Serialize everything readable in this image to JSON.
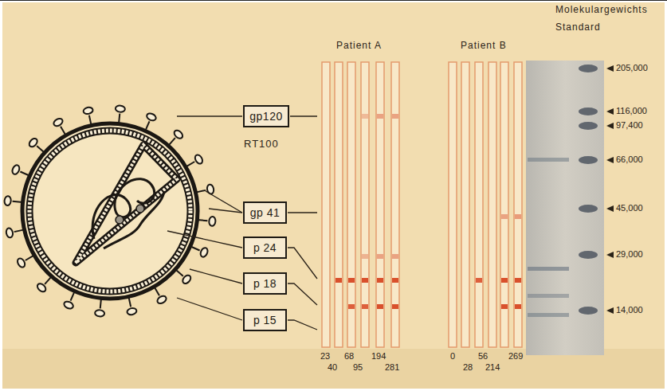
{
  "diagram": {
    "nodes": [
      {
        "text": [
          "gp120"
        ]
      },
      {
        "text": [
          "gp 41"
        ]
      },
      {
        "text": [
          "p 24"
        ]
      },
      {
        "text": [
          "p 18"
        ]
      },
      {
        "text": [
          "p 15"
        ]
      }
    ],
    "labels": [
      "RT100",
      "Patient A",
      "Patient B",
      "Molekulargewichts",
      "Standard",
      "205,000",
      "116,000",
      "97,400",
      "66,000",
      "45,000",
      "29,000",
      "14,000",
      "23",
      "40",
      "68",
      "95",
      "194",
      "281",
      "0",
      "28",
      "56",
      "214",
      "269"
    ]
  }
}
